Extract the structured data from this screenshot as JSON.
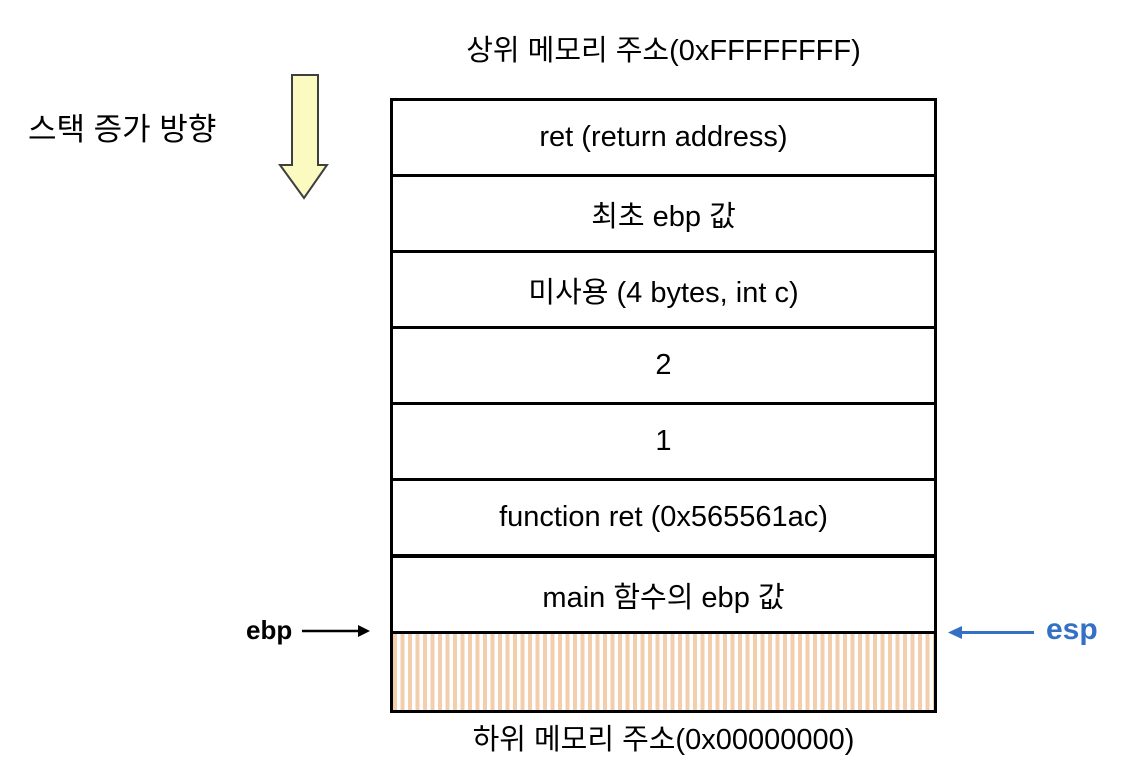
{
  "title": {
    "top": "상위 메모리 주소(0xFFFFFFFF)",
    "bottom": "하위 메모리 주소(0x00000000)"
  },
  "stack_growth": {
    "label": "스택 증가 방향",
    "arrow_icon": "down-arrow"
  },
  "registers": {
    "ebp": "ebp",
    "esp": "esp"
  },
  "stack": {
    "rows": [
      {
        "label": "ret (return address)"
      },
      {
        "label": "최초 ebp 값"
      },
      {
        "label": "미사용 (4 bytes, int c)"
      },
      {
        "label": "2"
      },
      {
        "label": "1"
      },
      {
        "label": "function ret (0x565561ac)"
      },
      {
        "label": "main 함수의 ebp 값"
      }
    ],
    "unused_region": "hatched-unused-stack-space"
  },
  "colors": {
    "arrow_fill": "#FBFAC1",
    "arrow_stroke": "#3f3f3f",
    "hatch": "#F2CEAC",
    "esp_blue": "#3470C4",
    "border": "#000000"
  }
}
